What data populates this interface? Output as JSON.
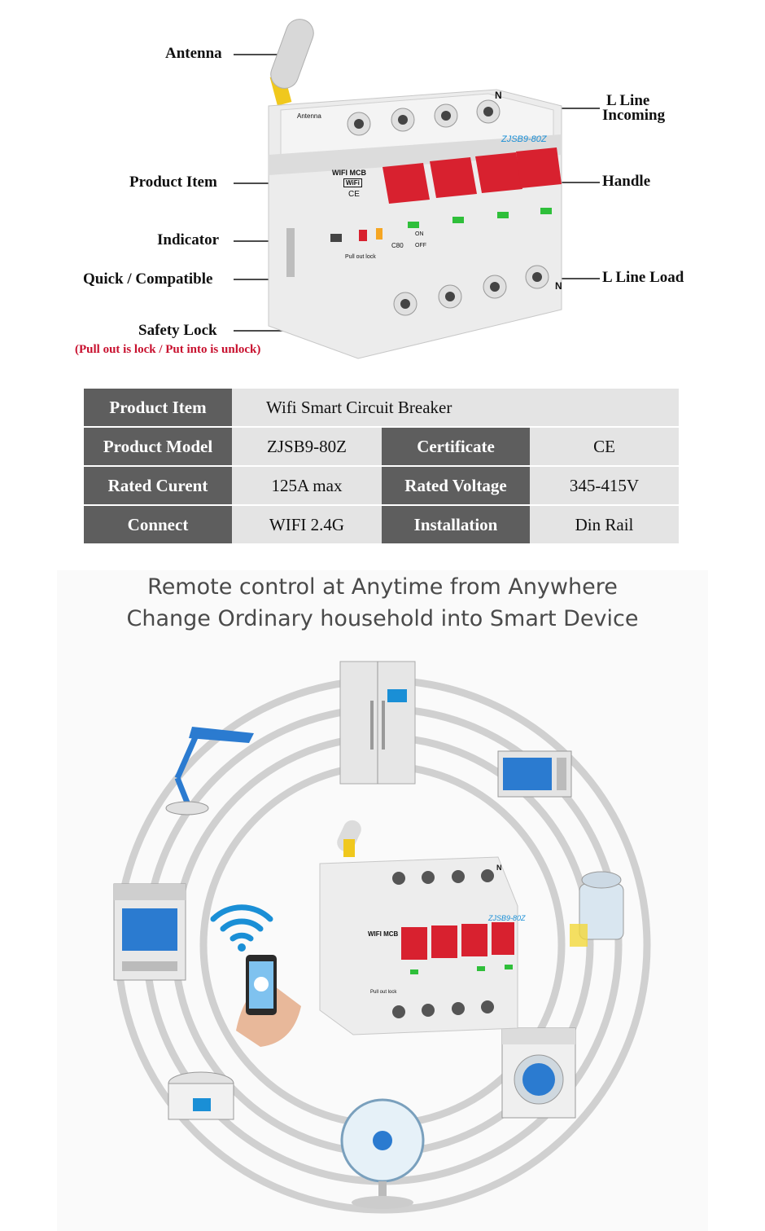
{
  "diagram": {
    "callouts": {
      "antenna": "Antenna",
      "product_item": "Product Item",
      "indicator": "Indicator",
      "quick_compatible": "Quick / Compatible",
      "safety_lock": "Safety Lock",
      "safety_lock_note": "(Pull out is lock / Put into is unlock)",
      "l_line_incoming_1": "L Line",
      "l_line_incoming_2": "Incoming",
      "handle": "Handle",
      "l_line_load": "L Line Load"
    },
    "device": {
      "antenna_label": "Antenna",
      "model_label": "ZJSB9-80Z",
      "wifi_mcb": "WIFI MCB",
      "wifi_badge": "WiFi",
      "ce_mark": "CE",
      "pull_out_lock": "Pull out lock",
      "neutral_top": "N",
      "neutral_bottom": "N",
      "rating": "C80",
      "on_label": "ON",
      "off_label": "OFF"
    }
  },
  "spec_table": {
    "rows": [
      {
        "h1": "Product Item",
        "v1": "Wifi Smart Circuit Breaker"
      },
      {
        "h1": "Product Model",
        "v1": "ZJSB9-80Z",
        "h2": "Certificate",
        "v2": "CE"
      },
      {
        "h1": "Rated Curent",
        "v1": "125A max",
        "h2": "Rated Voltage",
        "v2": "345-415V"
      },
      {
        "h1": "Connect",
        "v1": "WIFI 2.4G",
        "h2": "Installation",
        "v2": "Din Rail"
      }
    ]
  },
  "promo": {
    "headline_1": "Remote control at Anytime from Anywhere",
    "headline_2": "Change Ordinary household into Smart Device",
    "device": {
      "model_label": "ZJSB9-80Z",
      "wifi_mcb": "WIFI MCB",
      "pull_out_lock": "Pull out lock",
      "neutral": "N"
    },
    "appliances": [
      "refrigerator-icon",
      "microwave-icon",
      "juicer-icon",
      "washing-machine-icon",
      "fan-icon",
      "rice-cooker-icon",
      "oven-icon",
      "desk-lamp-icon",
      "wifi-icon",
      "smartphone-icon"
    ]
  },
  "colors": {
    "breaker_red": "#d8212f",
    "indicator_green": "#2fbf3a",
    "header_gray": "#5e5e5e",
    "cell_gray": "#e4e4e4",
    "note_red": "#c8102e",
    "accent_blue": "#1a8fd6"
  }
}
